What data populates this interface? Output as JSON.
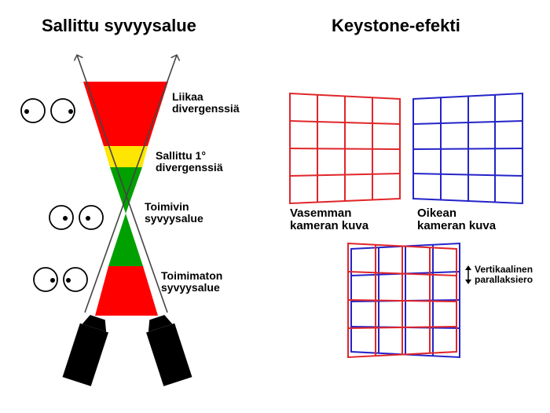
{
  "left_panel": {
    "title": "Sallittu syvyysalue",
    "labels": {
      "excess_divergence": [
        "Liikaa",
        "divergenssiä"
      ],
      "allowed_divergence": [
        "Sallittu 1°",
        "divergenssiä"
      ],
      "working_range": [
        "Toimivin",
        "syvyysalue"
      ],
      "non_working_range": [
        "Toimimaton",
        "syvyysalue"
      ]
    },
    "zone_colors": {
      "red": "#ff0000",
      "yellow": "#ffe600",
      "green": "#00a000"
    }
  },
  "right_panel": {
    "title": "Keystone-efekti",
    "left_camera_label": [
      "Vasemman",
      "kameran kuva"
    ],
    "right_camera_label": [
      "Oikean",
      "kameran kuva"
    ],
    "vertical_parallax_label": [
      "Vertikaalinen",
      "parallaksiero"
    ],
    "colors": {
      "left_camera": "#e0262a",
      "right_camera": "#2424c8"
    }
  }
}
